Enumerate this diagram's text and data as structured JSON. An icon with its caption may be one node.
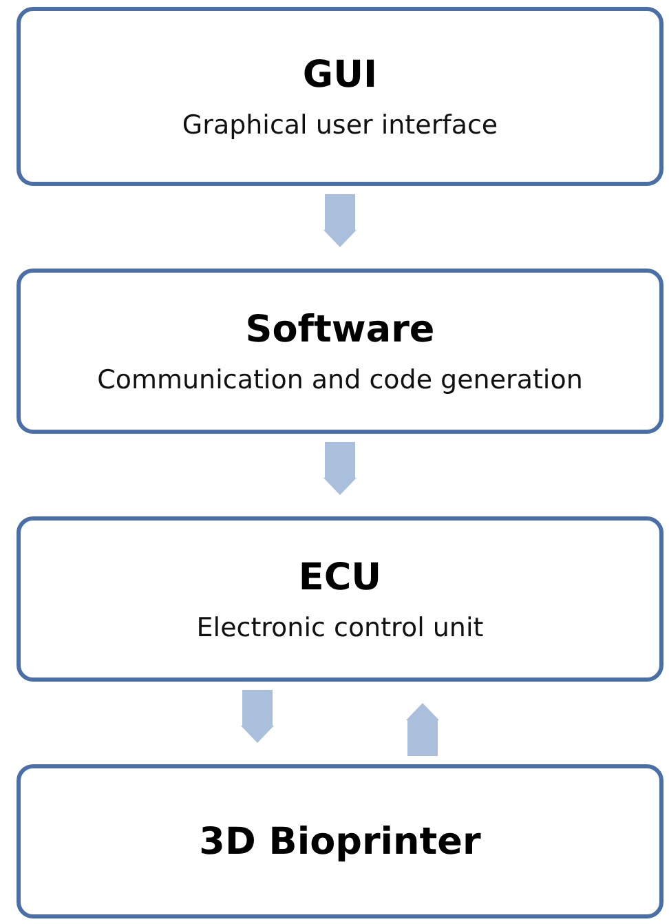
{
  "diagram": {
    "nodes": [
      {
        "text": [
          "GUI",
          "Graphical user interface"
        ]
      },
      {
        "text": [
          "Software",
          "Communication and code generation"
        ]
      },
      {
        "text": [
          "ECU",
          "Electronic control unit"
        ]
      },
      {
        "text": [
          "3D Bioprinter"
        ]
      }
    ],
    "edges": [
      {
        "from": 0,
        "to": 1,
        "arrow": "to"
      },
      {
        "from": 1,
        "to": 2,
        "arrow": "to"
      },
      {
        "from": 2,
        "to": 3,
        "arrow": "to"
      },
      {
        "from": 3,
        "to": 2,
        "arrow": "to"
      }
    ]
  }
}
